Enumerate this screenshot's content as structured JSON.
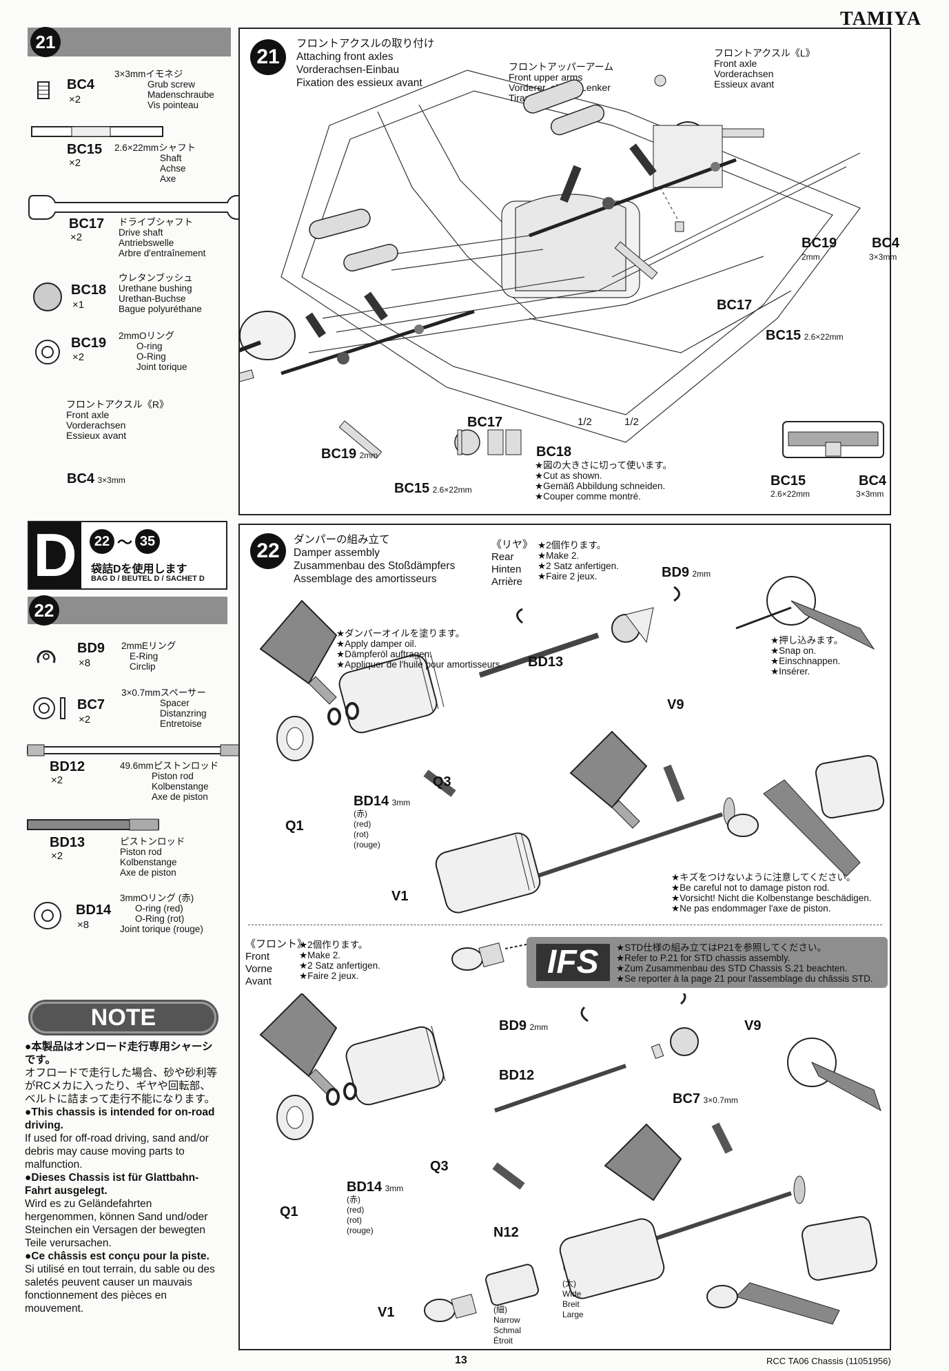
{
  "brand": "TAMIYA",
  "page_number": "13",
  "footer_model": "RCC TA06 Chassis (11051956)",
  "step21": {
    "num": "21",
    "title_jp": "フロントアクスルの取り付け",
    "title_en": "Attaching front axles",
    "title_de": "Vorderachsen-Einbau",
    "title_fr": "Fixation des essieux avant",
    "parts": [
      {
        "code": "BC4",
        "qty": "×2",
        "jp": "3×3mmイモネジ",
        "en": "Grub screw",
        "de": "Madenschraube",
        "fr": "Vis pointeau"
      },
      {
        "code": "BC15",
        "qty": "×2",
        "jp": "2.6×22mmシャフト",
        "en": "Shaft",
        "de": "Achse",
        "fr": "Axe"
      },
      {
        "code": "BC17",
        "qty": "×2",
        "jp": "ドライブシャフト",
        "en": "Drive shaft",
        "de": "Antriebswelle",
        "fr": "Arbre d'entraînement"
      },
      {
        "code": "BC18",
        "qty": "×1",
        "jp": "ウレタンブッシュ",
        "en": "Urethane bushing",
        "de": "Urethan-Buchse",
        "fr": "Bague polyuréthane"
      },
      {
        "code": "BC19",
        "qty": "×2",
        "jp": "2mmOリング",
        "en": "O-ring",
        "de": "O-Ring",
        "fr": "Joint torique"
      }
    ],
    "labels": {
      "upper_arm_jp": "フロントアッパーアーム",
      "upper_arm_en": "Front upper arms",
      "upper_arm_de": "Vorderer, oberer Lenker",
      "upper_arm_fr": "Tirant avant",
      "axle_l_jp": "フロントアクスル《L》",
      "axle_l_en": "Front axle",
      "axle_l_de": "Vorderachsen",
      "axle_l_fr": "Essieux avant",
      "axle_r_jp": "フロントアクスル《R》",
      "axle_r_en": "Front axle",
      "axle_r_de": "Vorderachsen",
      "axle_r_fr": "Essieux avant",
      "bc19": "BC19",
      "bc19_size": "2mm",
      "bc4": "BC4",
      "bc4_size": "3×3mm",
      "bc17": "BC17",
      "bc15": "BC15",
      "bc15_size": "2.6×22mm",
      "half": "1/2",
      "bc18": "BC18",
      "bc18_note_jp": "★図の大きさに切って使います。",
      "bc18_note_en": "★Cut as shown.",
      "bc18_note_de": "★Gemäß Abbildung schneiden.",
      "bc18_note_fr": "★Couper comme montré."
    }
  },
  "bagD": {
    "letter": "D",
    "range_a": "22",
    "range_sep": "〜",
    "range_b": "35",
    "jp": "袋詰Dを使用します",
    "multi": "BAG D / BEUTEL D / SACHET D"
  },
  "step22": {
    "num": "22",
    "title_jp": "ダンパーの組み立て",
    "title_en": "Damper assembly",
    "title_de": "Zusammenbau des Stoßdämpfers",
    "title_fr": "Assemblage des amortisseurs",
    "parts": [
      {
        "code": "BD9",
        "qty": "×8",
        "jp": "2mmEリング",
        "en": "E-Ring",
        "de": "Circlip",
        "fr": ""
      },
      {
        "code": "BC7",
        "qty": "×2",
        "jp": "3×0.7mmスペーサー",
        "en": "Spacer",
        "de": "Distanzring",
        "fr": "Entretoise"
      },
      {
        "code": "BD12",
        "qty": "×2",
        "jp": "49.6mmピストンロッド",
        "en": "Piston rod",
        "de": "Kolbenstange",
        "fr": "Axe de piston"
      },
      {
        "code": "BD13",
        "qty": "×2",
        "jp": "ピストンロッド",
        "en": "Piston rod",
        "de": "Kolbenstange",
        "fr": "Axe de piston"
      },
      {
        "code": "BD14",
        "qty": "×8",
        "jp": "3mmOリング (赤)",
        "en": "O-ring (red)",
        "de": "O-Ring (rot)",
        "fr": "Joint torique (rouge)"
      }
    ],
    "rear": {
      "jp": "《リヤ》",
      "en": "Rear",
      "de": "Hinten",
      "fr": "Arrière",
      "make_jp": "★2個作ります。",
      "make_en": "★Make 2.",
      "make_de": "★2 Satz anfertigen.",
      "make_fr": "★Faire 2 jeux."
    },
    "front": {
      "jp": "《フロント》",
      "en": "Front",
      "de": "Vorne",
      "fr": "Avant",
      "make_jp": "★2個作ります。",
      "make_en": "★Make 2.",
      "make_de": "★2 Satz anfertigen.",
      "make_fr": "★Faire 2 jeux."
    },
    "oil_jp": "★ダンパーオイルを塗ります。",
    "oil_en": "★Apply damper oil.",
    "oil_de": "★Dämpferöl auftragen.",
    "oil_fr": "★Appliquer de l'huile pour amortisseurs.",
    "snap_jp": "★押し込みます。",
    "snap_en": "★Snap on.",
    "snap_de": "★Einschnappen.",
    "snap_fr": "★Insérer.",
    "care_jp": "★キズをつけないように注意してください。",
    "care_en": "★Be careful not to damage piston rod.",
    "care_de": "★Vorsicht! Nicht die Kolbenstange beschädigen.",
    "care_fr": "★Ne pas endommager l'axe de piston.",
    "ifs": "IFS",
    "ifs_jp": "★STD仕様の組み立てはP21を参照してください。",
    "ifs_en": "★Refer to P.21 for STD chassis assembly.",
    "ifs_de": "★Zum Zusammenbau des STD Chassis S.21 beachten.",
    "ifs_fr": "★Se reporter à la page 21 pour l'assemblage du châssis STD.",
    "labels": {
      "bd9": "BD9",
      "bd9_size": "2mm",
      "bd13": "BD13",
      "v9": "V9",
      "q3": "Q3",
      "q1": "Q1",
      "v1": "V1",
      "bd14": "BD14",
      "bd14_size": "3mm",
      "red_jp": "(赤)",
      "red_en": "(red)",
      "red_de": "(rot)",
      "red_fr": "(rouge)",
      "bd12": "BD12",
      "bc7": "BC7",
      "bc7_size": "3×0.7mm",
      "n12": "N12",
      "narrow_jp": "(細)",
      "narrow_en": "Narrow",
      "narrow_de": "Schmal",
      "narrow_fr": "Étroit",
      "wide_jp": "(太)",
      "wide_en": "Wide",
      "wide_de": "Breit",
      "wide_fr": "Large"
    }
  },
  "note": {
    "header": "NOTE",
    "jp_bold": "●本製品はオンロード走行専用シャーシです。",
    "jp_body": "オフロードで走行した場合、砂や砂利等がRCメカに入ったり、ギヤや回転部、ベルトに詰まって走行不能になります。",
    "en_bold": "●This chassis is intended for on-road driving.",
    "en_body": "If used for off-road driving, sand and/or debris may cause moving parts to malfunction.",
    "de_bold": "●Dieses Chassis ist für Glattbahn-Fahrt ausgelegt.",
    "de_body": "Wird es zu Geländefahrten hergenommen, können Sand und/oder Steinchen ein Versagen der bewegten Teile verursachen.",
    "fr_bold": "●Ce châssis est conçu pour la piste.",
    "fr_body": "Si utilisé en tout terrain, du sable ou des saletés peuvent causer un mauvais fonctionnement des pièces en mouvement."
  }
}
